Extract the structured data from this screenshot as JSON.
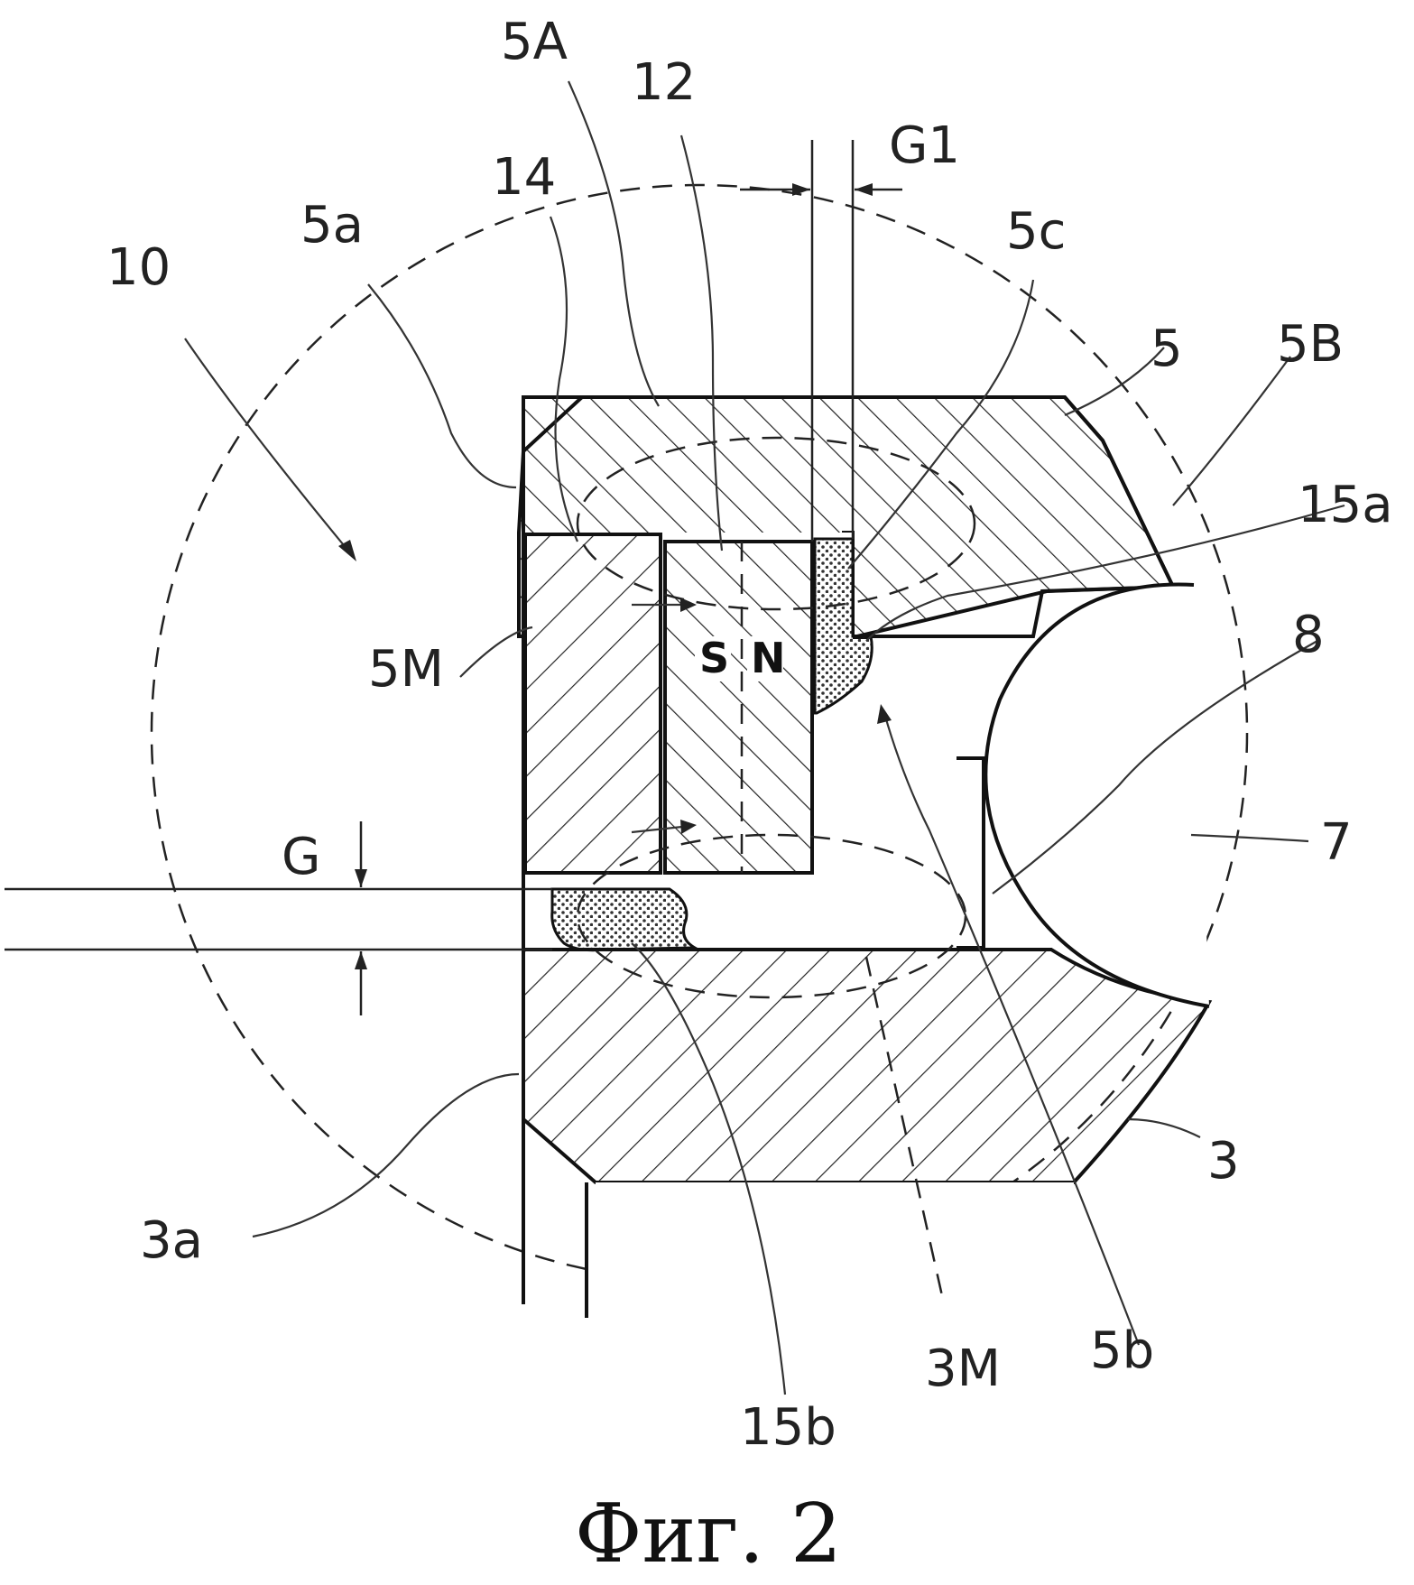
{
  "labels": {
    "l10": "10",
    "l5a_lower": "5a",
    "l14": "14",
    "l5A": "5A",
    "l12": "12",
    "lG1": "G1",
    "l5c": "5c",
    "l5": "5",
    "l5B": "5B",
    "l15a": "15a",
    "l8": "8",
    "l5M": "5M",
    "l7": "7",
    "lG": "G",
    "l3": "3",
    "l3a": "3a",
    "l3M": "3M",
    "l5b": "5b",
    "l15b": "15b"
  },
  "magnet": {
    "south": "S",
    "north": "N"
  },
  "caption": "Фиг. 2"
}
